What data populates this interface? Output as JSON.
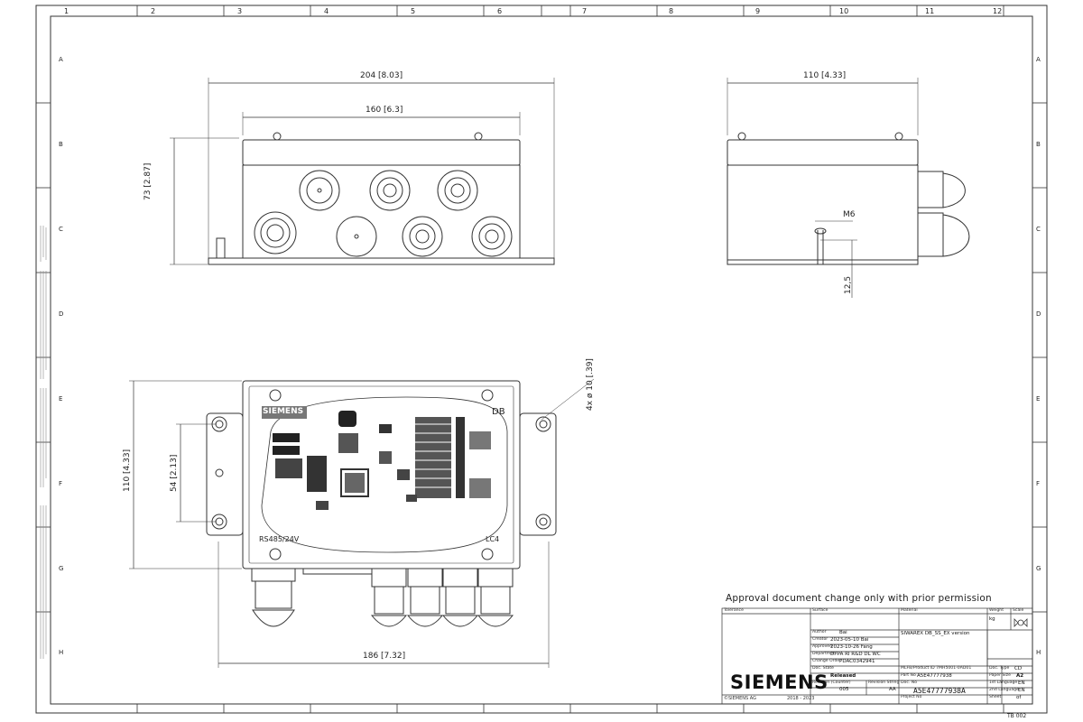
{
  "drawing": {
    "grid_columns": [
      "1",
      "2",
      "3",
      "4",
      "5",
      "6",
      "7",
      "8",
      "9",
      "10",
      "11",
      "12"
    ],
    "grid_rows": [
      "A",
      "B",
      "C",
      "D",
      "E",
      "F",
      "G",
      "H"
    ],
    "corner_tag": "TB 002"
  },
  "front_view": {
    "width_overall": "204 [8.03]",
    "width_body": "160 [6.3]",
    "height": "73 [2.87]"
  },
  "side_view": {
    "depth": "110 [4.33]",
    "thread": "M6",
    "thread_depth": "12,5"
  },
  "top_view": {
    "height_overall": "110 [4.33]",
    "hole_spacing": "54 [2.13]",
    "holes": "4x ø 10 [.39]",
    "width_bottom": "186 [7.32]",
    "pcb_brand": "SIEMENS",
    "pcb_label_db": "DB",
    "port_left": "RS485/24V",
    "port_right": "LC4"
  },
  "title_block": {
    "approval_note": "Approval document change only with prior permission",
    "brand": "SIEMENS",
    "copyright": "©SIEMENS AG",
    "years": "2018 - 2023",
    "product_description": "SIWAREX DB_SS_EX version",
    "author_label": "Author",
    "author_value": "Bai",
    "creator_label": "Creator",
    "creator_value": "2023-05-10  Bai",
    "approver_label": "Approved",
    "approver_value": "2023-10-26  Fang",
    "department_label": "Department",
    "department_value": "DI PA RI R&D DL WC",
    "change_order_label": "Change Order",
    "change_order_value": "PDAC0342941",
    "doc_state_label": "Doc. State",
    "doc_state_value": "Released",
    "revision_label": "Revision (Counter)",
    "revision_value": "005",
    "revision_string_label": "Revision String",
    "revision_string_value": "AA",
    "product_ref_label": "Product",
    "product_ref_value": "MLFB/Product ID  7MH5001-0AD01",
    "part_no_label": "Part No",
    "part_no_value": "A5E47777938",
    "doc_no_label": "Doc. No",
    "doc_no_value": "A5E47777938A",
    "doc_type_label": "Doc. Type",
    "doc_type_value": "CD",
    "paper_size_label": "Paper Size",
    "paper_size_value": "A2",
    "language_label": "1st Language",
    "language_value": "EN",
    "language2_label": "2nd Language",
    "language2_value": "EN",
    "sheet_label": "Sheet",
    "sheet_value": "of",
    "weight_label": "Weight",
    "weight_value": "kg",
    "scale_label": "Scale",
    "tolerance_label": "Tolerance",
    "surface_label": "Surface",
    "material_label": "Material",
    "project_label": "Project No"
  }
}
